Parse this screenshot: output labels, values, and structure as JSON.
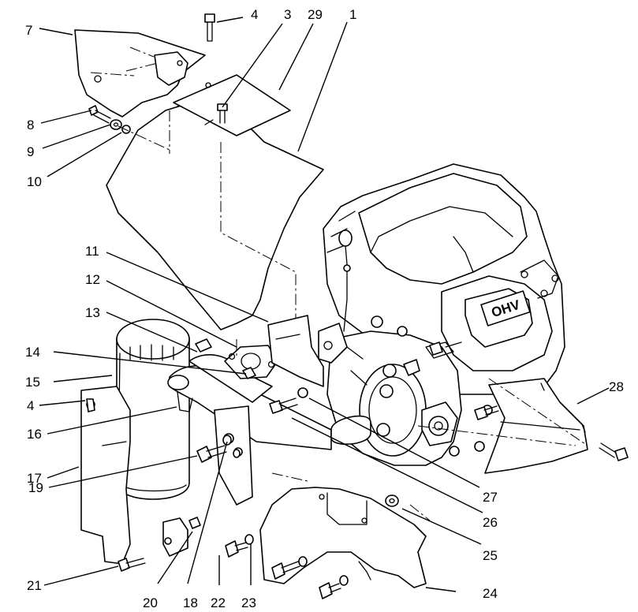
{
  "callouts": [
    {
      "id": "c1",
      "label": "1"
    },
    {
      "id": "c3",
      "label": "3"
    },
    {
      "id": "c4a",
      "label": "4"
    },
    {
      "id": "c4b",
      "label": "4"
    },
    {
      "id": "c7",
      "label": "7"
    },
    {
      "id": "c8",
      "label": "8"
    },
    {
      "id": "c9",
      "label": "9"
    },
    {
      "id": "c10",
      "label": "10"
    },
    {
      "id": "c11",
      "label": "11"
    },
    {
      "id": "c12",
      "label": "12"
    },
    {
      "id": "c13",
      "label": "13"
    },
    {
      "id": "c14",
      "label": "14"
    },
    {
      "id": "c15",
      "label": "15"
    },
    {
      "id": "c16",
      "label": "16"
    },
    {
      "id": "c17",
      "label": "17"
    },
    {
      "id": "c18",
      "label": "18"
    },
    {
      "id": "c19",
      "label": "19"
    },
    {
      "id": "c20",
      "label": "20"
    },
    {
      "id": "c21",
      "label": "21"
    },
    {
      "id": "c22",
      "label": "22"
    },
    {
      "id": "c23",
      "label": "23"
    },
    {
      "id": "c24",
      "label": "24"
    },
    {
      "id": "c25",
      "label": "25"
    },
    {
      "id": "c26",
      "label": "26"
    },
    {
      "id": "c27",
      "label": "27"
    },
    {
      "id": "c28",
      "label": "28"
    },
    {
      "id": "c29",
      "label": "29"
    }
  ],
  "engine": {
    "badge_text": "OHV"
  }
}
